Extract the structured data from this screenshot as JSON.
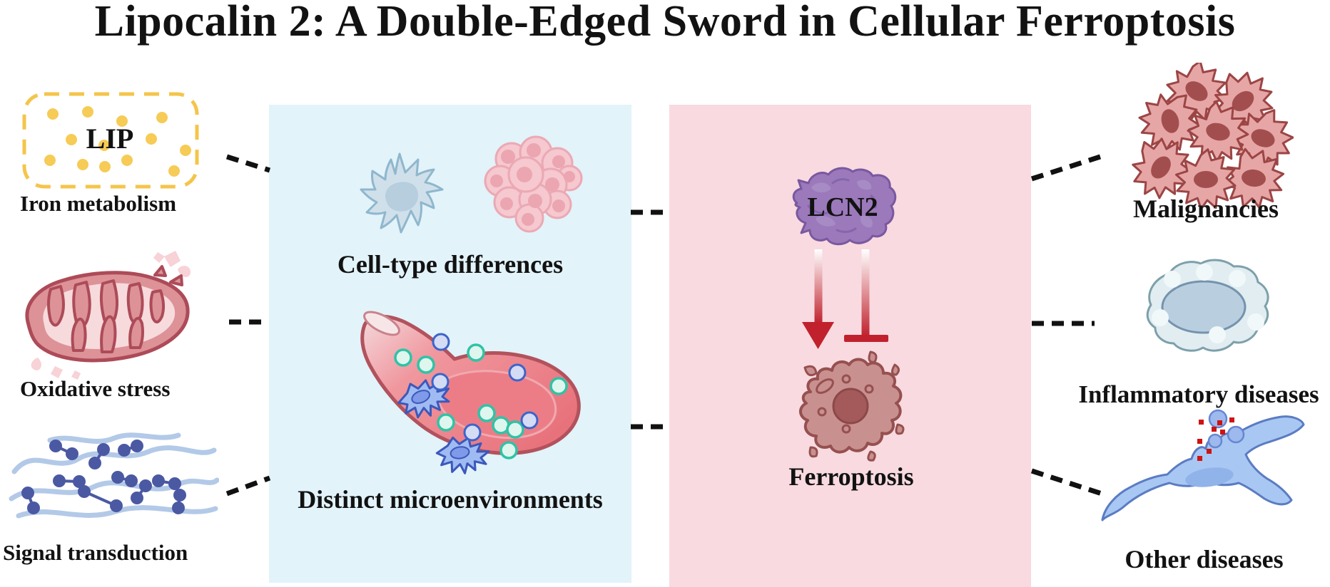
{
  "title": "Lipocalin 2: A Double-Edged Sword in Cellular Ferroptosis",
  "left": {
    "lip_label": "LIP",
    "items": [
      {
        "label": "Iron metabolism",
        "icon": "labile-iron-pool-icon"
      },
      {
        "label": "Oxidative stress",
        "icon": "mitochondria-icon"
      },
      {
        "label": "Signal transduction",
        "icon": "signaling-network-icon"
      }
    ]
  },
  "center_panel": {
    "items": [
      {
        "label": "Cell-type differences",
        "icons": [
          "glial-cell-icon",
          "tumor-cell-cluster-icon"
        ]
      },
      {
        "label": "Distinct microenvironments",
        "icons": [
          "blood-vessel-icon"
        ]
      }
    ]
  },
  "ferroptosis_panel": {
    "protein_label": "LCN2",
    "process_label": "Ferroptosis",
    "arrow_icons": [
      "promote-arrow-icon",
      "inhibit-bar-icon"
    ],
    "cell_icon": "ferroptotic-cell-icon"
  },
  "right": {
    "items": [
      {
        "label": "Malignancies",
        "icon": "tumor-tissue-icon"
      },
      {
        "label": "Inflammatory diseases",
        "icon": "macrophage-icon"
      },
      {
        "label": "Other diseases",
        "icon": "astrocyte-icon"
      }
    ]
  },
  "colors": {
    "panel_blue": "#e2f3fa",
    "panel_pink": "#f8dae0",
    "lip_yellow": "#f4c54b",
    "arrow_red": "#c0212d",
    "lcn2_purple": "#9b79ba",
    "connector_black": "#111111",
    "text": "#121212"
  }
}
